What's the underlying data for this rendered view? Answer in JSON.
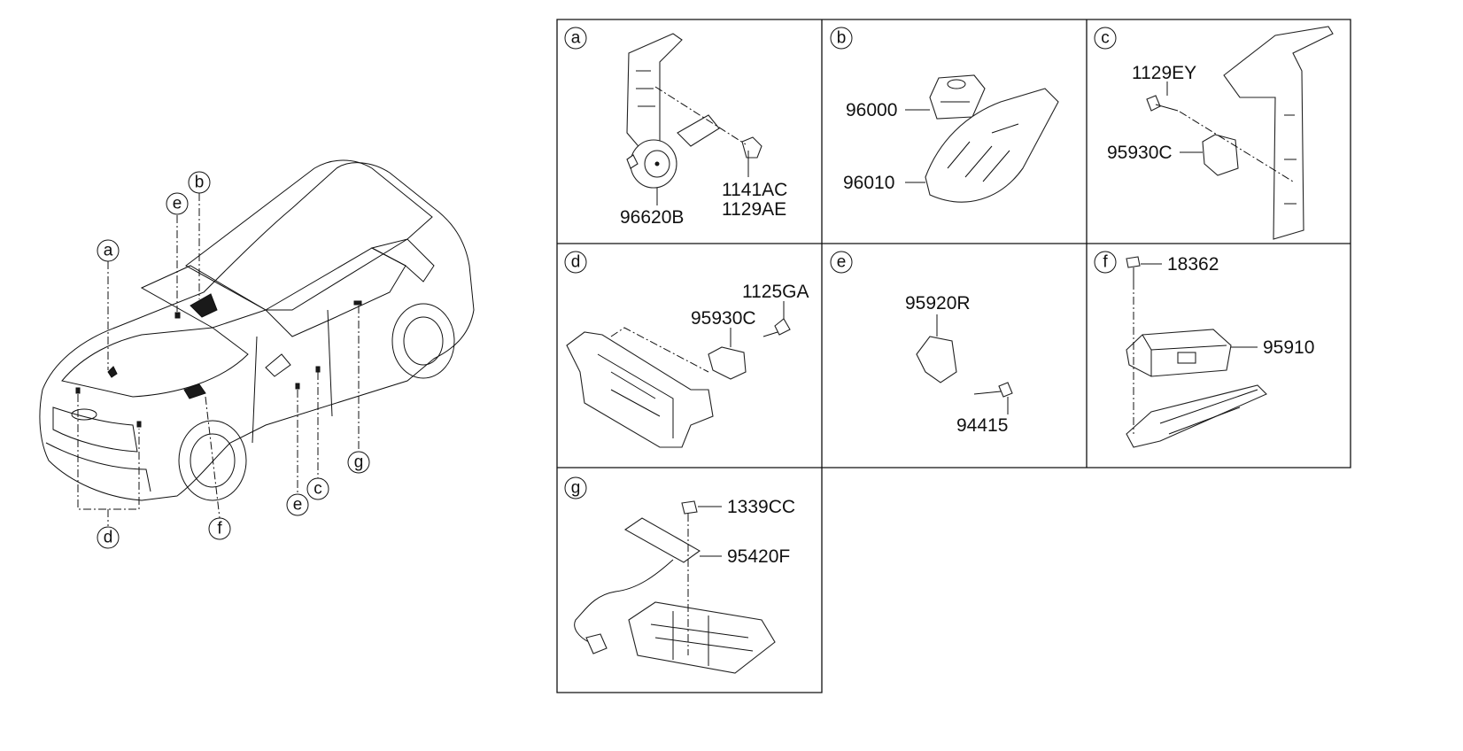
{
  "car_callouts": [
    {
      "letter": "a"
    },
    {
      "letter": "b"
    },
    {
      "letter": "e"
    },
    {
      "letter": "d"
    },
    {
      "letter": "f"
    },
    {
      "letter": "e"
    },
    {
      "letter": "c"
    },
    {
      "letter": "g"
    }
  ],
  "panels": {
    "a": {
      "letter": "a",
      "parts": [
        "96620B",
        "1141AC",
        "1129AE"
      ]
    },
    "b": {
      "letter": "b",
      "parts": [
        "96000",
        "96010"
      ]
    },
    "c": {
      "letter": "c",
      "parts": [
        "1129EY",
        "95930C"
      ]
    },
    "d": {
      "letter": "d",
      "parts": [
        "1125GA",
        "95930C"
      ]
    },
    "e": {
      "letter": "e",
      "parts": [
        "95920R",
        "94415"
      ]
    },
    "f": {
      "letter": "f",
      "parts": [
        "18362",
        "95910"
      ]
    },
    "g": {
      "letter": "g",
      "parts": [
        "1339CC",
        "95420F"
      ]
    }
  }
}
